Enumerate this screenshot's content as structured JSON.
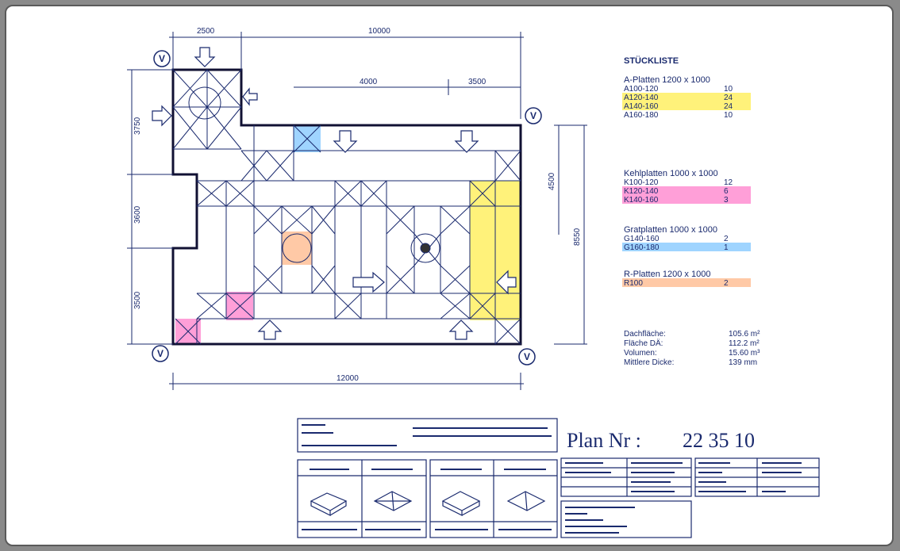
{
  "dimensions": {
    "top_left": "2500",
    "top_total": "10000",
    "top_mid": "4000",
    "top_right": "3500",
    "left_top": "3750",
    "left_mid": "3600",
    "left_bottom": "3500",
    "right_inner": "4500",
    "right_outer": "8550",
    "bottom_total": "12000"
  },
  "corner_marker": "V",
  "stock_list": {
    "title": "STÜCKLISTE",
    "groups": [
      {
        "header": "A-Platten 1200 x 1000",
        "rows": [
          {
            "code": "A100-120",
            "qty": "10",
            "highlight": "none"
          },
          {
            "code": "A120-140",
            "qty": "24",
            "highlight": "#fff27a"
          },
          {
            "code": "A140-160",
            "qty": "24",
            "highlight": "#fff27a"
          },
          {
            "code": "A160-180",
            "qty": "10",
            "highlight": "none"
          }
        ]
      },
      {
        "header": "Kehlplatten 1000 x 1000",
        "rows": [
          {
            "code": "K100-120",
            "qty": "12",
            "highlight": "none"
          },
          {
            "code": "K120-140",
            "qty": "6",
            "highlight": "#ff9fd8"
          },
          {
            "code": "K140-160",
            "qty": "3",
            "highlight": "#ff9fd8"
          }
        ]
      },
      {
        "header": "Gratplatten 1000 x 1000",
        "rows": [
          {
            "code": "G140-160",
            "qty": "2",
            "highlight": "none"
          },
          {
            "code": "G160-180",
            "qty": "1",
            "highlight": "#9fd4ff"
          }
        ]
      },
      {
        "header": "R-Platten 1200 x 1000",
        "rows": [
          {
            "code": "R100",
            "qty": "2",
            "highlight": "#ffc9a6"
          }
        ]
      }
    ]
  },
  "summary": [
    {
      "label": "Dachfläche:",
      "value": "105.6 m²"
    },
    {
      "label": "Fläche DÄ:",
      "value": "112.2 m²"
    },
    {
      "label": "Volumen:",
      "value": "15.60 m³"
    },
    {
      "label": "Mittlere Dicke:",
      "value": "139 mm"
    }
  ],
  "title_block": {
    "plan_label": "Plan Nr :",
    "plan_number": "22 35 10"
  },
  "colors": {
    "line": "#1a2a6e",
    "thick_line": "#111133",
    "yellow": "#fff27a",
    "pink": "#ff9fd8",
    "blue": "#9fd4ff",
    "orange": "#ffc9a6"
  }
}
